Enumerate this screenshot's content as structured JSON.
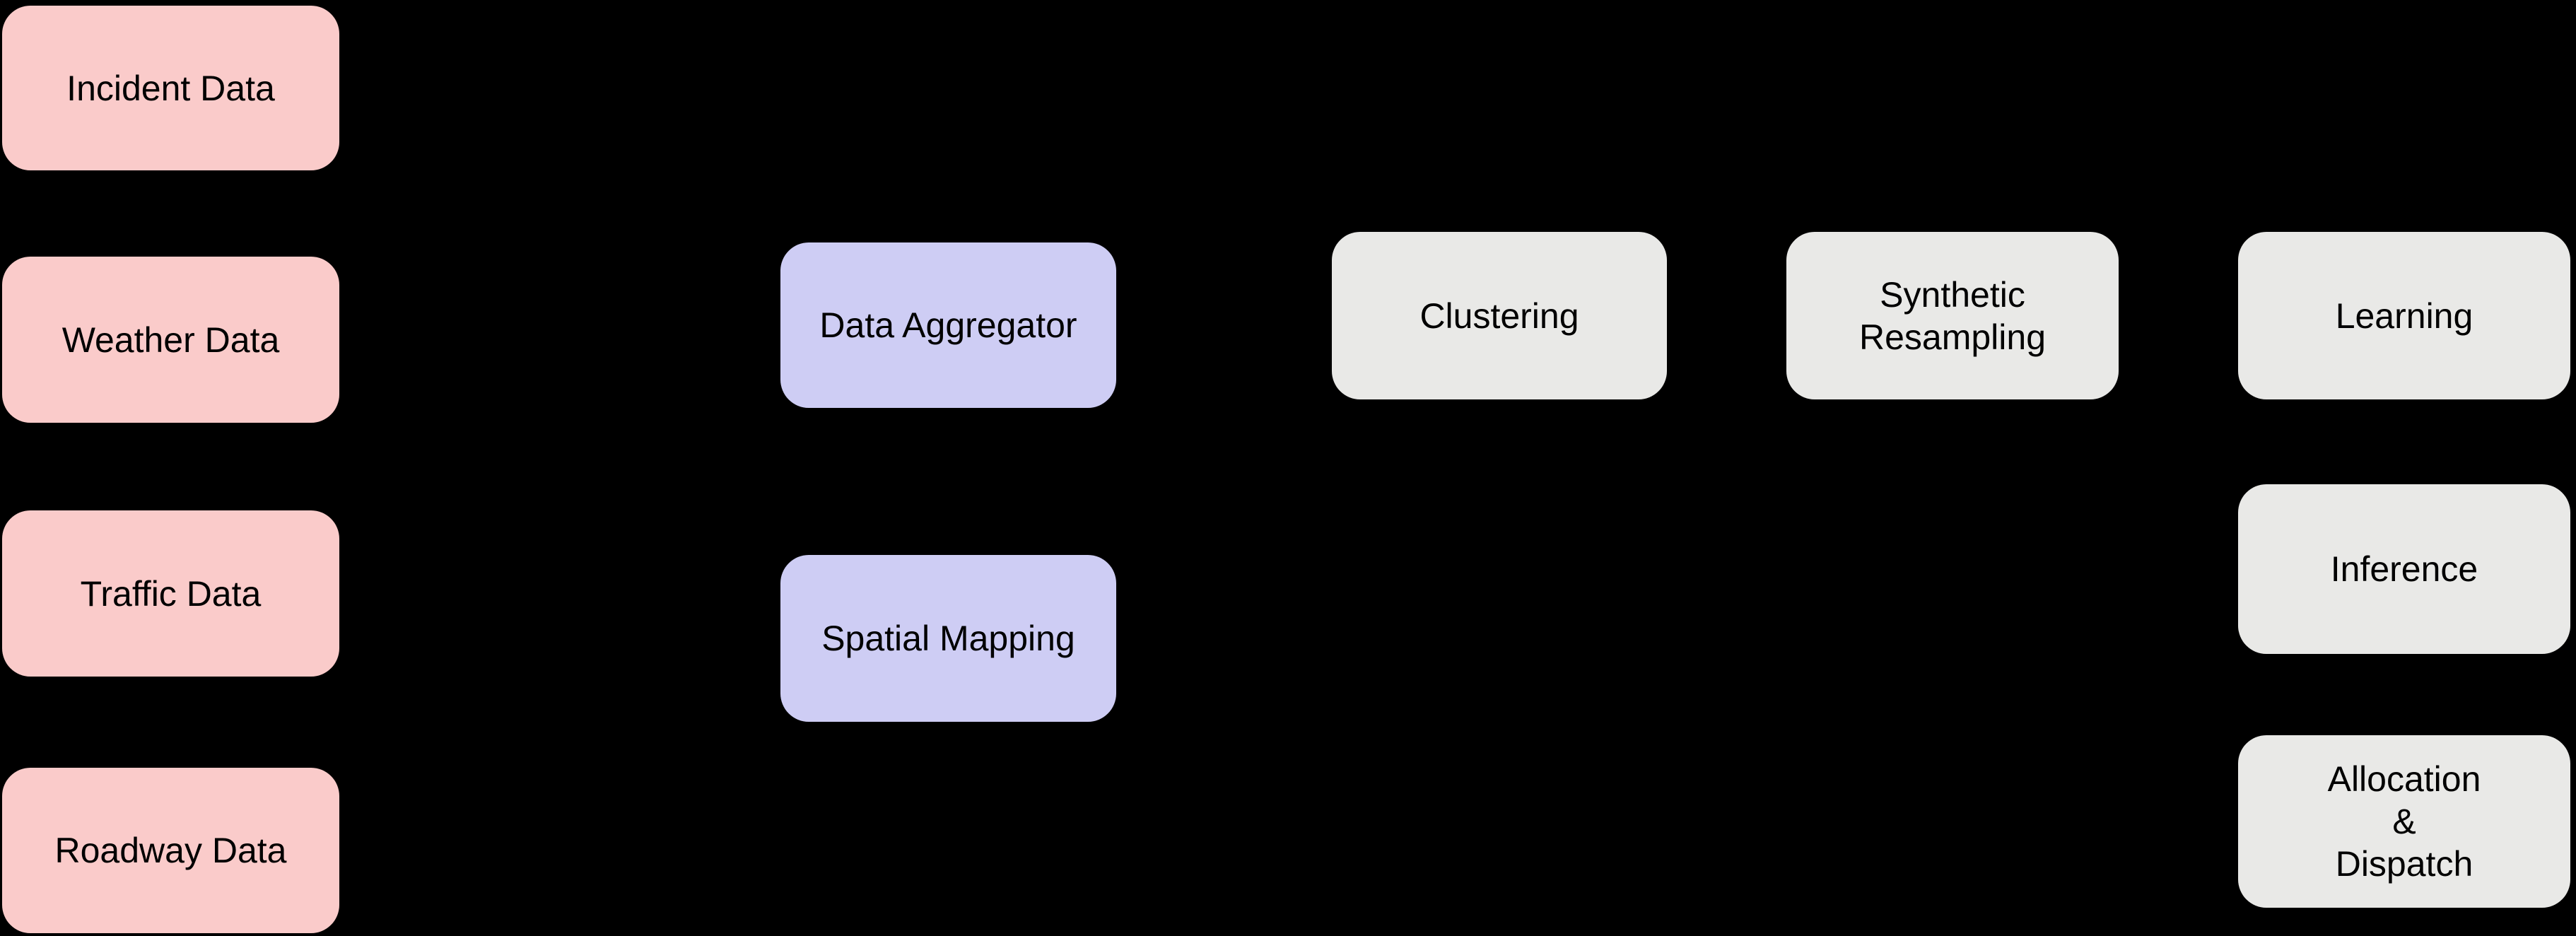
{
  "diagram": {
    "type": "flowchart",
    "colors": {
      "canvas_bg": "#000000",
      "source_fill": "#facbca",
      "aggregate_fill": "#cecdf4",
      "stage_fill": "#e9e9e7",
      "label_color": "#000000"
    },
    "nodes": {
      "incident_data": {
        "label": "Incident Data"
      },
      "weather_data": {
        "label": "Weather Data"
      },
      "traffic_data": {
        "label": "Traffic Data"
      },
      "roadway_data": {
        "label": "Roadway Data"
      },
      "data_aggregator": {
        "label": "Data Aggregator"
      },
      "spatial_mapping": {
        "label": "Spatial Mapping"
      },
      "clustering": {
        "label": "Clustering"
      },
      "synthetic_resampling": {
        "label": "Synthetic\nResampling"
      },
      "learning": {
        "label": "Learning"
      },
      "inference": {
        "label": "Inference"
      },
      "allocation_dispatch": {
        "label": "Allocation\n&\nDispatch"
      }
    }
  }
}
